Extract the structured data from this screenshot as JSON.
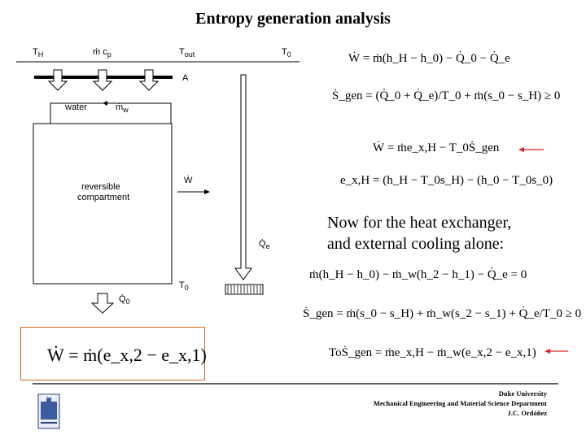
{
  "title": "Entropy generation analysis",
  "diagram": {
    "t_h": "T",
    "t_h_sub": "H",
    "mcp_m": "ṁ c",
    "mcp_sub": "p",
    "t_out": "T",
    "t_out_sub": "out",
    "t_0_top": "T",
    "t_0_top_sub": "0",
    "label_a": "A",
    "water": "water",
    "mw": "ṁ",
    "mw_sub": "w",
    "compartment_line1": "reversible",
    "compartment_line2": "compartment",
    "w_dot": "Ẇ",
    "qe": "Q̇",
    "qe_sub": "e",
    "t_0_bottom": "T",
    "t_0_bottom_sub": "0",
    "q0": "Q̇",
    "q0_sub": "0"
  },
  "equations": {
    "eq1": "Ẇ = ṁ(h_H − h_0) − Q̇_0 − Q̇_e",
    "eq2": "Ṡ_gen = (Q̇_0 + Q̇_e)/T_0 + ṁ(s_0 − s_H) ≥ 0",
    "eq3": "Ẇ = ṁe_x,H − T_0Ṡ_gen",
    "eq4": "e_x,H = (h_H − T_0s_H) − (h_0 − T_0s_0)",
    "eq5": "ṁ(h_H − h_0) − ṁ_w(h_2 − h_1) − Q̇_e = 0",
    "eq6": "Ṡ_gen = ṁ(s_0 − s_H) + ṁ_w(s_2 − s_1) + Q̇_e/T_0 ≥ 0",
    "eq7": "ToṠ_gen = ṁe_x,H − ṁ_w(e_x,2 − e_x,1)",
    "boxed": "Ẇ = ṁ(e_x,2 − e_x,1)"
  },
  "text": {
    "now_line1": "Now for the heat exchanger,",
    "now_line2": "and external cooling alone:"
  },
  "footer": {
    "line1": "Duke University",
    "line2": "Mechanical Engineering and Material Science Department",
    "line3": "J.C. Ordóñez"
  },
  "logo_text": "DUKE",
  "colors": {
    "accent_arrow": "#e02020",
    "box_border": "#d2691e"
  }
}
